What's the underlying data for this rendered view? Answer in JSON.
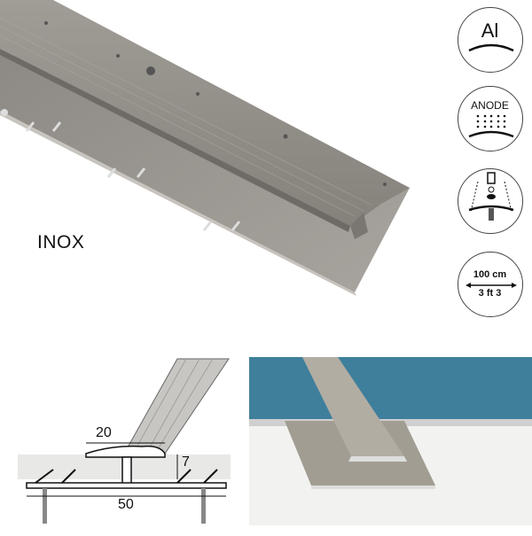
{
  "product": {
    "material_label": "INOX",
    "main_color": "#9a9690"
  },
  "badges": [
    {
      "name": "aluminium",
      "text": "Al"
    },
    {
      "name": "anodized",
      "text": "ANODE"
    },
    {
      "name": "screw-fixing",
      "text": ""
    },
    {
      "name": "length",
      "line1": "100 cm",
      "line2": "3 ft 3"
    }
  ],
  "diagram": {
    "top_width": "20",
    "height": "7",
    "base_width": "50"
  },
  "photo": {
    "carpet_color": "#3f7f9c",
    "floor_color": "#f2f2f0"
  }
}
